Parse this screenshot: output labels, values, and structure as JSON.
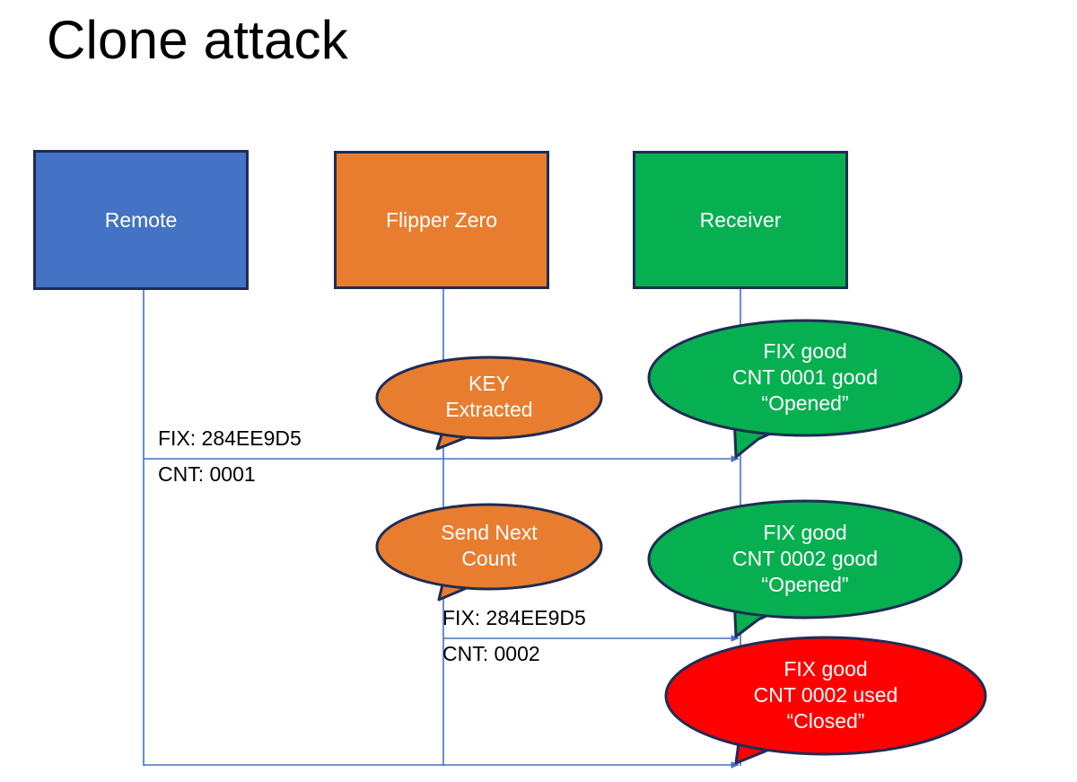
{
  "title": "Clone attack",
  "colors": {
    "remote_blue": "#4472C4",
    "flipper_orange": "#E87D2F",
    "receiver_green": "#06AF50",
    "alert_red": "#FF0000",
    "outline_navy": "#1F2C54",
    "lifeline_blue": "#4472C4",
    "text_white": "#FFFFFF",
    "text_black": "#000000"
  },
  "actors": [
    {
      "id": "remote",
      "label": "Remote",
      "color": "#4472C4"
    },
    {
      "id": "flipper",
      "label": "Flipper Zero",
      "color": "#E87D2F"
    },
    {
      "id": "receiver",
      "label": "Receiver",
      "color": "#06AF50"
    }
  ],
  "callouts": [
    {
      "id": "key-extracted",
      "lines": [
        "KEY",
        "Extracted"
      ],
      "color": "#E87D2F",
      "owner": "flipper"
    },
    {
      "id": "receiver-cnt-0001-good",
      "lines": [
        "FIX good",
        "CNT 0001 good",
        "“Opened”"
      ],
      "color": "#06AF50",
      "owner": "receiver"
    },
    {
      "id": "send-next-count",
      "lines": [
        "Send Next",
        "Count"
      ],
      "color": "#E87D2F",
      "owner": "flipper"
    },
    {
      "id": "receiver-cnt-0002-good",
      "lines": [
        "FIX good",
        "CNT 0002 good",
        "“Opened”"
      ],
      "color": "#06AF50",
      "owner": "receiver"
    },
    {
      "id": "receiver-cnt-0002-used",
      "lines": [
        "FIX good",
        "CNT 0002 used",
        "“Closed”"
      ],
      "color": "#FF0000",
      "owner": "receiver"
    }
  ],
  "messages": [
    {
      "id": "msg-remote-to-receiver",
      "from": "remote",
      "to": "receiver",
      "line1": "FIX: 284EE9D5",
      "line2": "CNT: 0001"
    },
    {
      "id": "msg-flipper-to-receiver",
      "from": "flipper",
      "to": "receiver",
      "line1": "FIX: 284EE9D5",
      "line2": "CNT: 0002"
    },
    {
      "id": "msg-remote-replay",
      "from": "remote",
      "to": "receiver",
      "line1": "",
      "line2": ""
    }
  ]
}
